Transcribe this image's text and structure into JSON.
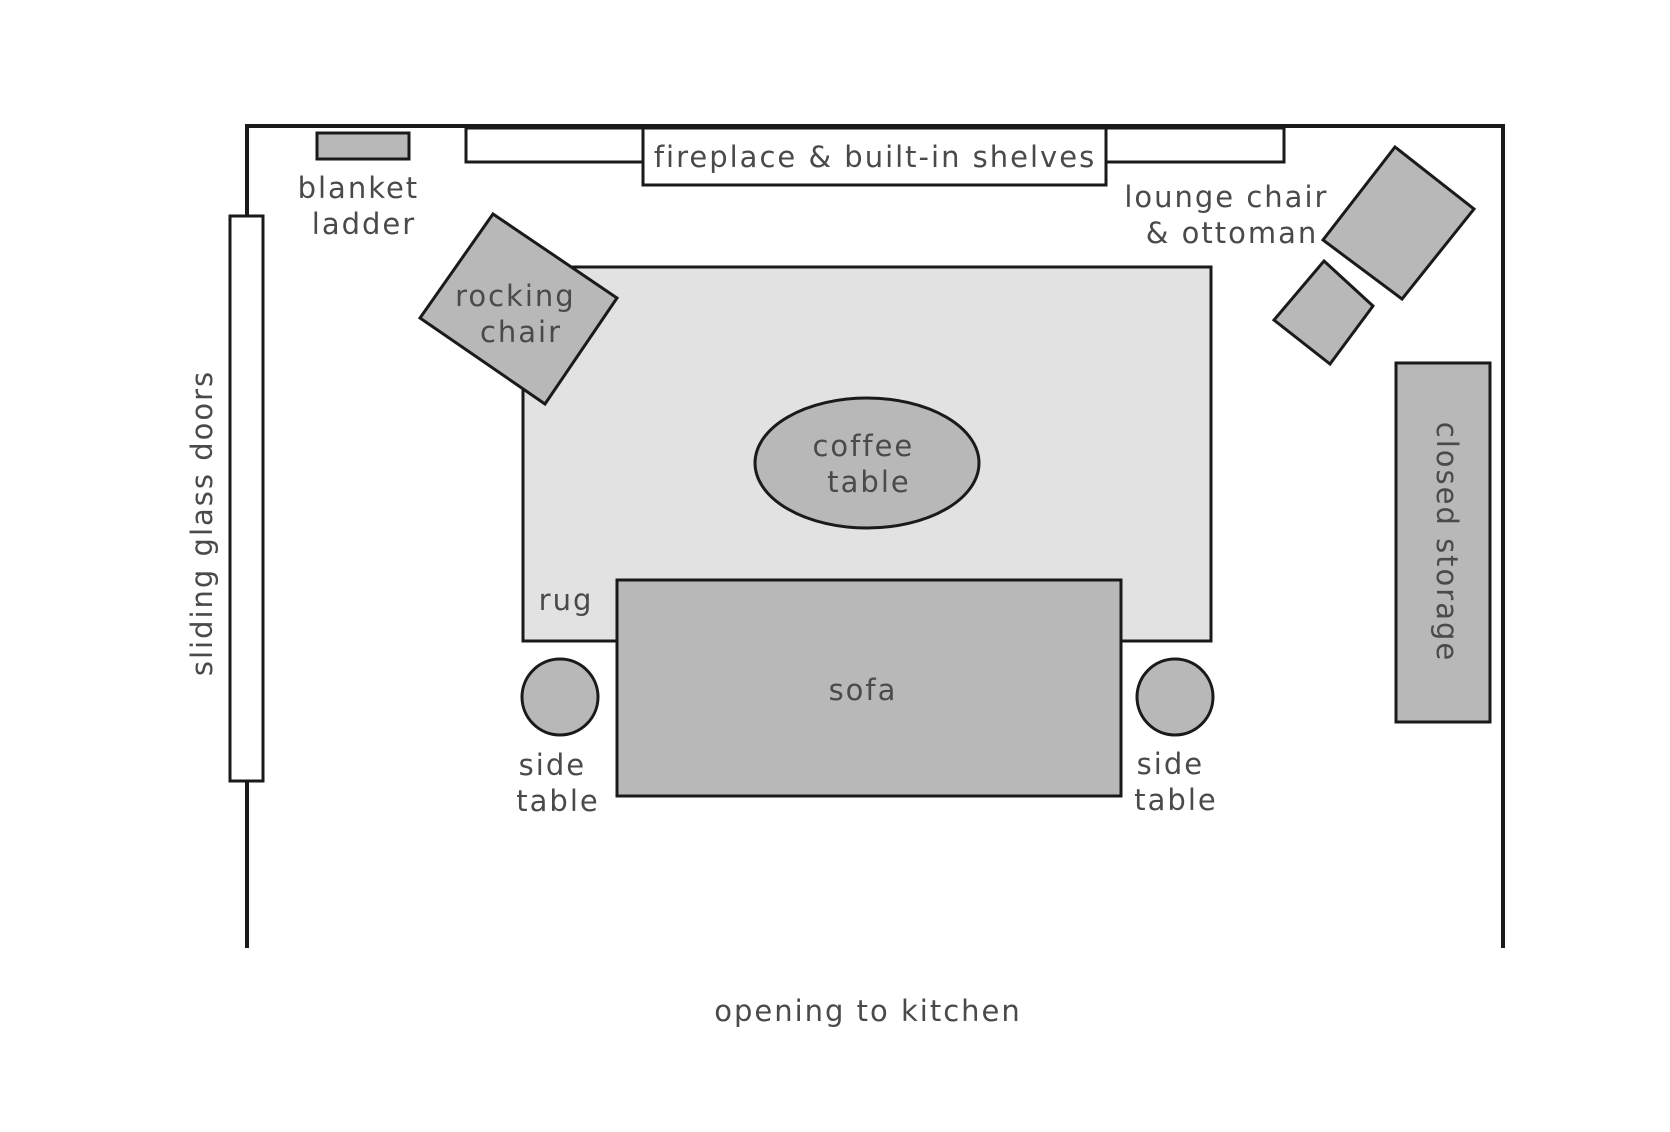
{
  "labels": {
    "fireplace": "fireplace & built-in shelves",
    "blanket_ladder": [
      "blanket",
      "ladder"
    ],
    "lounge_chair": [
      "lounge chair",
      "& ottoman"
    ],
    "rocking_chair": [
      "rocking",
      "chair"
    ],
    "coffee_table": [
      "coffee",
      "table"
    ],
    "rug": "rug",
    "sofa": "sofa",
    "side_table_left": [
      "side",
      "table"
    ],
    "side_table_right": [
      "side",
      "table"
    ],
    "closed_storage": "closed storage",
    "sliding_doors": "sliding glass doors",
    "kitchen_opening": "opening to kitchen"
  },
  "colors": {
    "furniture": "#b8b8b8",
    "rug": "#e2e2e2",
    "outline": "#1a1a1a",
    "text": "#4a4a4a"
  }
}
